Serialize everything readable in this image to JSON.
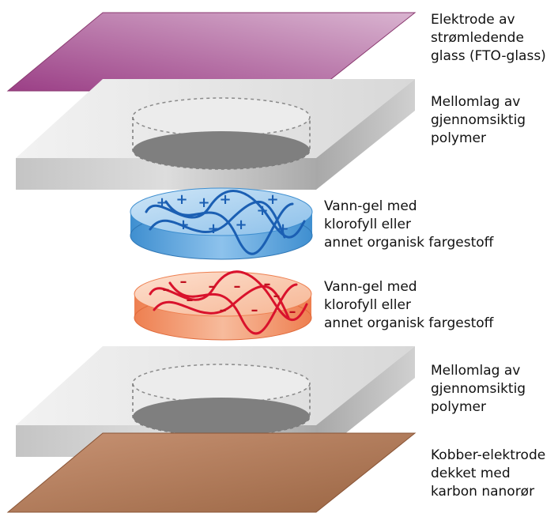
{
  "layers": [
    {
      "id": "fto-electrode",
      "lines": [
        "Elektrode av",
        "strømledende",
        "glass (FTO-glass)"
      ],
      "color": "#a3528f"
    },
    {
      "id": "interlayer-top",
      "lines": [
        "Mellomlag av",
        "gjennomsiktig",
        "polymer"
      ],
      "color": "#c9c9c9"
    },
    {
      "id": "gel-blue",
      "lines": [
        "Vann-gel med",
        "klorofyll eller",
        "annet organisk fargestoff"
      ],
      "color": "#4b9ad6",
      "charge_symbol": "+"
    },
    {
      "id": "gel-red",
      "lines": [
        "Vann-gel med",
        "klorofyll eller",
        "annet organisk fargestoff"
      ],
      "color": "#ef8a5d",
      "charge_symbol": "–"
    },
    {
      "id": "interlayer-bottom",
      "lines": [
        "Mellomlag av",
        "gjennomsiktig",
        "polymer"
      ],
      "color": "#c9c9c9"
    },
    {
      "id": "copper-electrode",
      "lines": [
        "Kobber-elektrode",
        "dekket med",
        "karbon nanorør"
      ],
      "color": "#b07a58"
    }
  ]
}
